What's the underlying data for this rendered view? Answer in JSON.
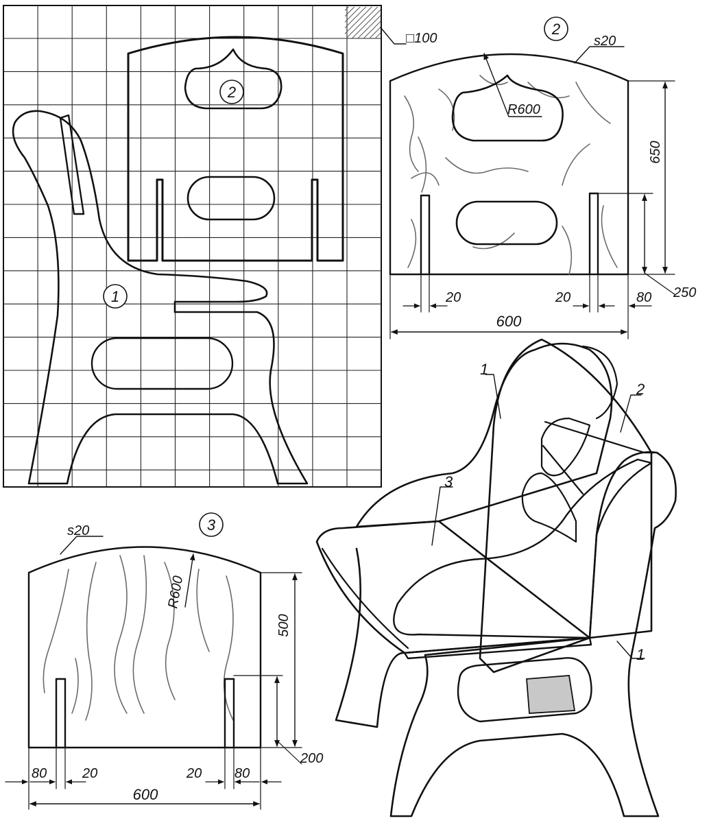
{
  "drawing": {
    "grid_scale_label": "□100",
    "parts": {
      "side": "1",
      "back": "2",
      "seat": "3"
    },
    "back_panel": {
      "thickness": "s20",
      "radius": "R600",
      "height": "650",
      "slot_depth": "250",
      "slot_width_left": "20",
      "slot_width_right": "20",
      "edge_offset": "80",
      "width": "600"
    },
    "seat_panel": {
      "thickness": "s20",
      "radius": "R600",
      "height": "500",
      "slot_depth": "200",
      "edge_offset_left": "80",
      "slot_width_left": "20",
      "slot_width_right": "20",
      "edge_offset_right": "80",
      "width": "600"
    },
    "assembly_leaders": {
      "side_upper": "1",
      "back": "2",
      "seat": "3",
      "side_lower": "1"
    }
  },
  "colors": {
    "ink": "#111111",
    "grain": "#6a6a6a",
    "hatch": "#555555",
    "fill_gray": "#c8c8c8"
  }
}
